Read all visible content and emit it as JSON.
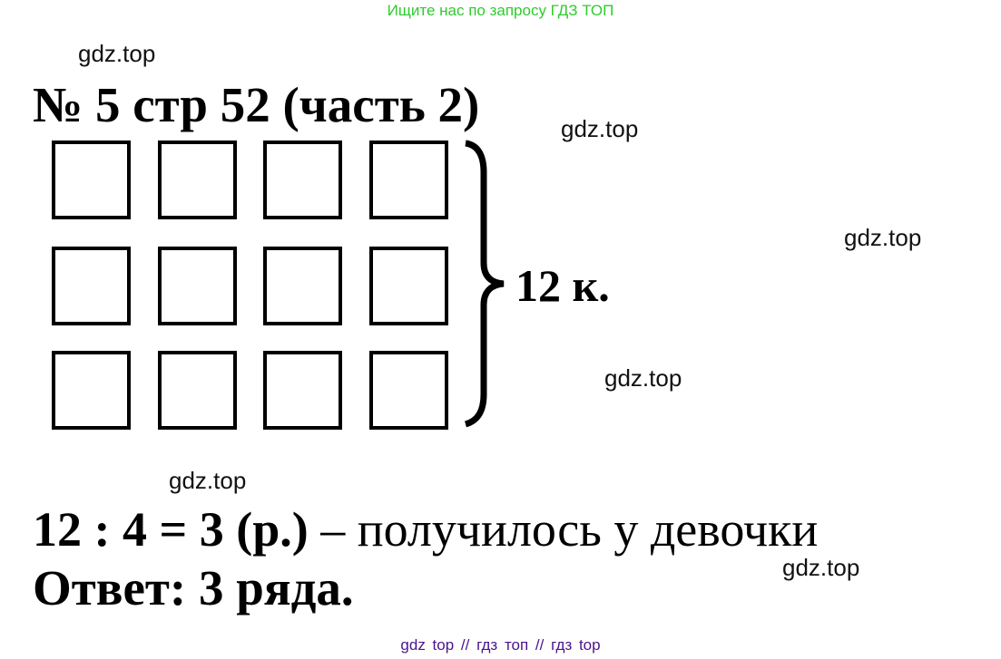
{
  "top_banner": "Ищите нас по запросу ГДЗ ТОП",
  "bottom_banner": "gdz top  //  гдз топ  //  гдз top",
  "watermarks": [
    "gdz.top",
    "gdz.top",
    "gdz.top",
    "gdz.top",
    "gdz.top",
    "gdz.top"
  ],
  "title": "№ 5 стр 52 (часть 2)",
  "diagram": {
    "rows": 3,
    "columns": 4,
    "shape": "square",
    "brace_label": "12 к."
  },
  "solution": {
    "equation": "12 : 4 = 3 (р.)",
    "explanation": " – получилось у девочки"
  },
  "answer": "Ответ: 3 ряда.",
  "colors": {
    "top_banner": "#2fcb2f",
    "bottom_banner": "#4a148c",
    "text": "#000000"
  }
}
